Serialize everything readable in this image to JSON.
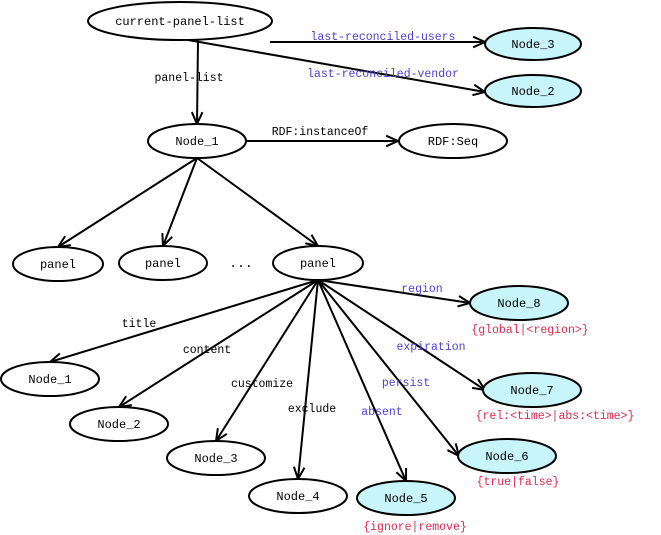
{
  "colors": {
    "plain_fill": "#ffffff",
    "literal_fill": "#c8f5fa",
    "plain_label": "#000000",
    "property_label": "#4a3fd6",
    "value_hint": "#e0284a"
  },
  "ellipsis_text": "...",
  "nodes": [
    {
      "id": "root",
      "label": "current-panel-list",
      "style": "plain"
    },
    {
      "id": "n3top",
      "label": "Node_3",
      "style": "literal"
    },
    {
      "id": "n2top",
      "label": "Node_2",
      "style": "literal"
    },
    {
      "id": "n1",
      "label": "Node_1",
      "style": "plain"
    },
    {
      "id": "seq",
      "label": "RDF:Seq",
      "style": "plain"
    },
    {
      "id": "pA",
      "label": "panel",
      "style": "plain"
    },
    {
      "id": "pB",
      "label": "panel",
      "style": "plain"
    },
    {
      "id": "pC",
      "label": "panel",
      "style": "plain"
    },
    {
      "id": "c1",
      "label": "Node_1",
      "style": "plain"
    },
    {
      "id": "c2",
      "label": "Node_2",
      "style": "plain"
    },
    {
      "id": "c3",
      "label": "Node_3",
      "style": "plain"
    },
    {
      "id": "c4",
      "label": "Node_4",
      "style": "plain"
    },
    {
      "id": "c5",
      "label": "Node_5",
      "style": "literal",
      "values": "{ignore|remove}"
    },
    {
      "id": "c6",
      "label": "Node_6",
      "style": "literal",
      "values": "{true|false}"
    },
    {
      "id": "c7",
      "label": "Node_7",
      "style": "literal",
      "values": "{rel:<time>|abs:<time>}"
    },
    {
      "id": "c8",
      "label": "Node_8",
      "style": "literal",
      "values": "{global|<region>}"
    }
  ],
  "edges": [
    {
      "from": "root",
      "to": "n3top",
      "label": "last-reconciled-users",
      "style": "property"
    },
    {
      "from": "root",
      "to": "n2top",
      "label": "last-reconciled-vendor",
      "style": "property"
    },
    {
      "from": "root",
      "to": "n1",
      "label": "panel-list",
      "style": "plain"
    },
    {
      "from": "n1",
      "to": "seq",
      "label": "RDF:instanceOf",
      "style": "plain"
    },
    {
      "from": "n1",
      "to": "pA",
      "label": "",
      "style": "plain"
    },
    {
      "from": "n1",
      "to": "pB",
      "label": "",
      "style": "plain"
    },
    {
      "from": "n1",
      "to": "pC",
      "label": "",
      "style": "plain"
    },
    {
      "from": "pC",
      "to": "c1",
      "label": "title",
      "style": "plain"
    },
    {
      "from": "pC",
      "to": "c2",
      "label": "content",
      "style": "plain"
    },
    {
      "from": "pC",
      "to": "c3",
      "label": "customize",
      "style": "plain"
    },
    {
      "from": "pC",
      "to": "c4",
      "label": "exclude",
      "style": "plain"
    },
    {
      "from": "pC",
      "to": "c5",
      "label": "absent",
      "style": "property"
    },
    {
      "from": "pC",
      "to": "c6",
      "label": "persist",
      "style": "property"
    },
    {
      "from": "pC",
      "to": "c7",
      "label": "expiration",
      "style": "property"
    },
    {
      "from": "pC",
      "to": "c8",
      "label": "region",
      "style": "property"
    }
  ]
}
